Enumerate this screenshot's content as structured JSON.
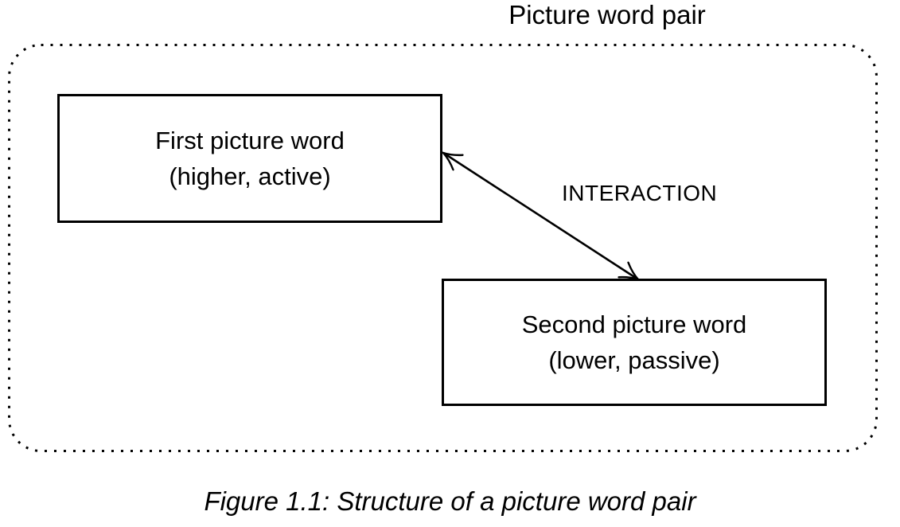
{
  "figure": {
    "group_title": "Picture word pair",
    "boxes": {
      "first": {
        "line1": "First picture word",
        "line2": "(higher, active)"
      },
      "second": {
        "line1": "Second picture word",
        "line2": "(lower, passive)"
      }
    },
    "arrow": {
      "label": "INTERACTION",
      "style": "double-headed"
    },
    "caption": "Figure 1.1: Structure of a picture word pair",
    "colors": {
      "ink": "#000000",
      "background": "#ffffff"
    }
  }
}
